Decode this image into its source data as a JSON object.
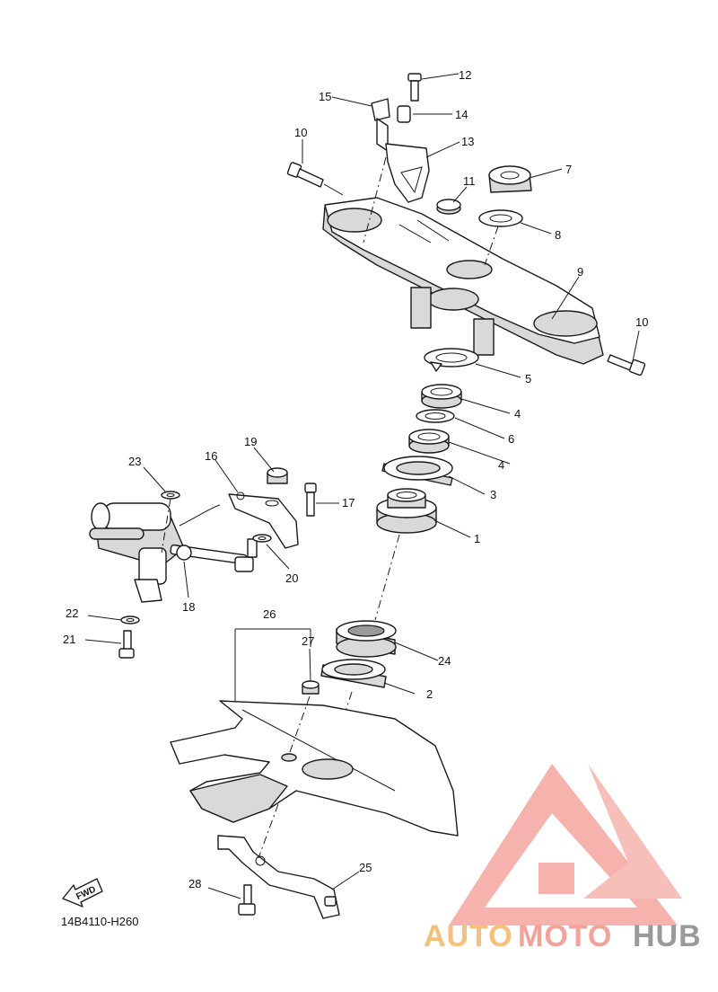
{
  "diagram_code": "14B4110-H260",
  "fwd_label": "FWD",
  "watermark": {
    "part1": "AUTO",
    "part2": "MOTO",
    "part3": "HUB"
  },
  "callouts": [
    {
      "id": "c1",
      "label": "1"
    },
    {
      "id": "c2",
      "label": "2"
    },
    {
      "id": "c3",
      "label": "3"
    },
    {
      "id": "c4a",
      "label": "4"
    },
    {
      "id": "c4b",
      "label": "4"
    },
    {
      "id": "c5",
      "label": "5"
    },
    {
      "id": "c6",
      "label": "6"
    },
    {
      "id": "c7",
      "label": "7"
    },
    {
      "id": "c8",
      "label": "8"
    },
    {
      "id": "c9",
      "label": "9"
    },
    {
      "id": "c10a",
      "label": "10"
    },
    {
      "id": "c10b",
      "label": "10"
    },
    {
      "id": "c11",
      "label": "11"
    },
    {
      "id": "c12",
      "label": "12"
    },
    {
      "id": "c13",
      "label": "13"
    },
    {
      "id": "c14",
      "label": "14"
    },
    {
      "id": "c15",
      "label": "15"
    },
    {
      "id": "c16",
      "label": "16"
    },
    {
      "id": "c17",
      "label": "17"
    },
    {
      "id": "c18",
      "label": "18"
    },
    {
      "id": "c19",
      "label": "19"
    },
    {
      "id": "c20",
      "label": "20"
    },
    {
      "id": "c21",
      "label": "21"
    },
    {
      "id": "c22",
      "label": "22"
    },
    {
      "id": "c23",
      "label": "23"
    },
    {
      "id": "c24",
      "label": "24"
    },
    {
      "id": "c25",
      "label": "25"
    },
    {
      "id": "c26",
      "label": "26"
    },
    {
      "id": "c27",
      "label": "27"
    },
    {
      "id": "c28",
      "label": "28"
    }
  ]
}
